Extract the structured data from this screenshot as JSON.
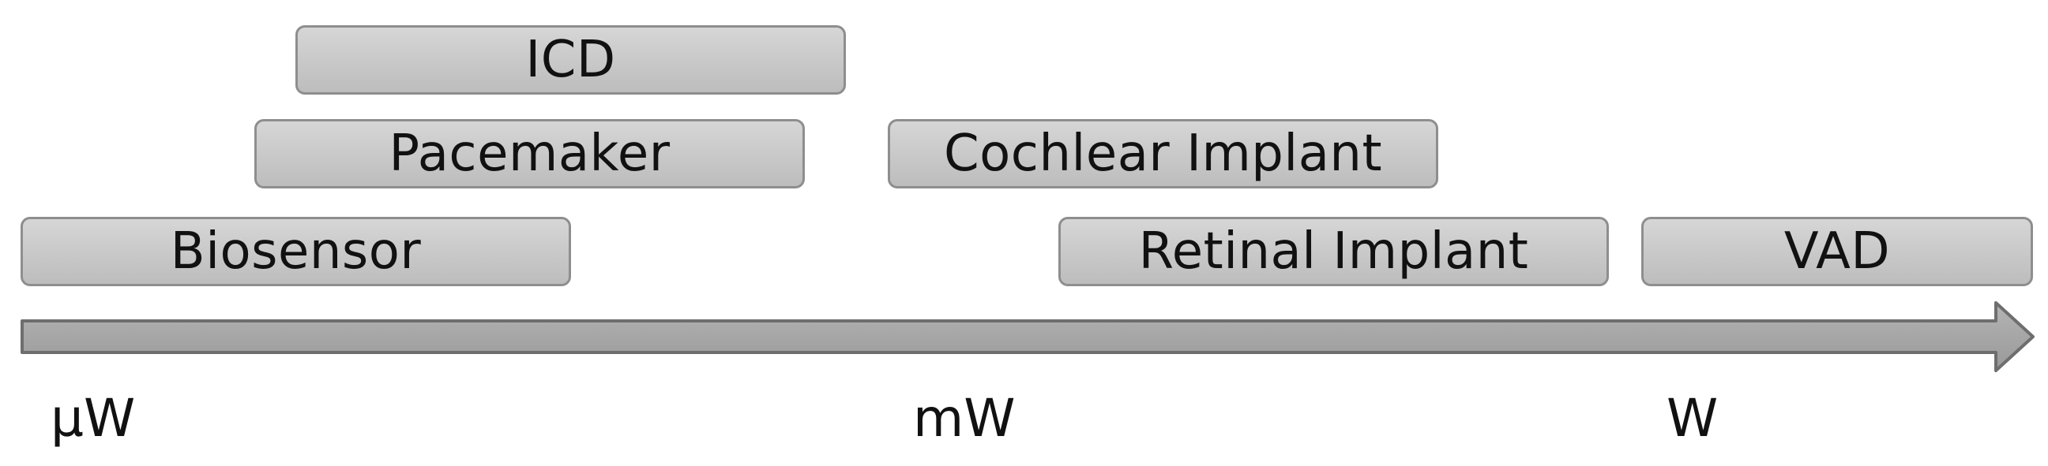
{
  "boxes": {
    "icd": "ICD",
    "pacemaker": "Pacemaker",
    "cochlear_implant": "Cochlear Implant",
    "biosensor": "Biosensor",
    "retinal_implant": "Retinal Implant",
    "vad": "VAD"
  },
  "axis": {
    "ticks": [
      "µW",
      "mW",
      "W"
    ]
  },
  "colors": {
    "box_fill": "#c8c8c8",
    "box_border": "#8e8e8e",
    "arrow_fill": "#a6a6a6",
    "arrow_border": "#6e6e6e",
    "text": "#111111"
  }
}
